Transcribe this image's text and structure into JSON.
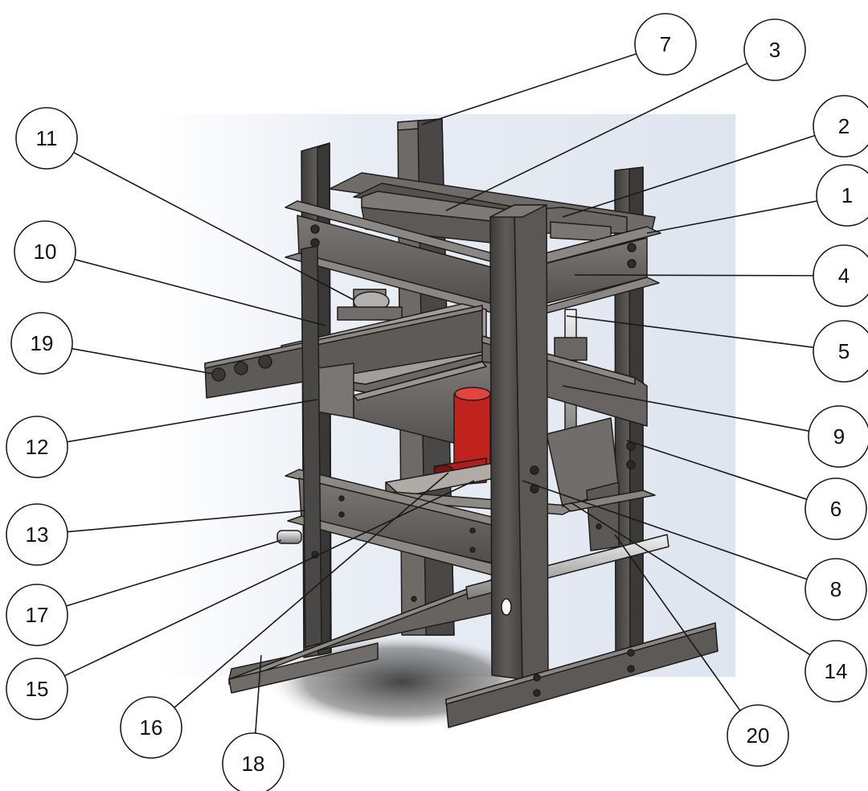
{
  "figure": {
    "part_numbers": [
      "1",
      "2",
      "3",
      "4",
      "5",
      "6",
      "7",
      "8",
      "9",
      "10",
      "11",
      "12",
      "13",
      "14",
      "15",
      "16",
      "17",
      "18",
      "19",
      "20"
    ],
    "colors": {
      "frame_steel": "#5a5856",
      "frame_steel_light": "#7a7774",
      "frame_edge": "#2b2a29",
      "plate": "#8a8480",
      "jack_red": "#c0221c",
      "background_panel": "#e6ebf3",
      "callout_stroke": "#1a1a1a"
    }
  }
}
